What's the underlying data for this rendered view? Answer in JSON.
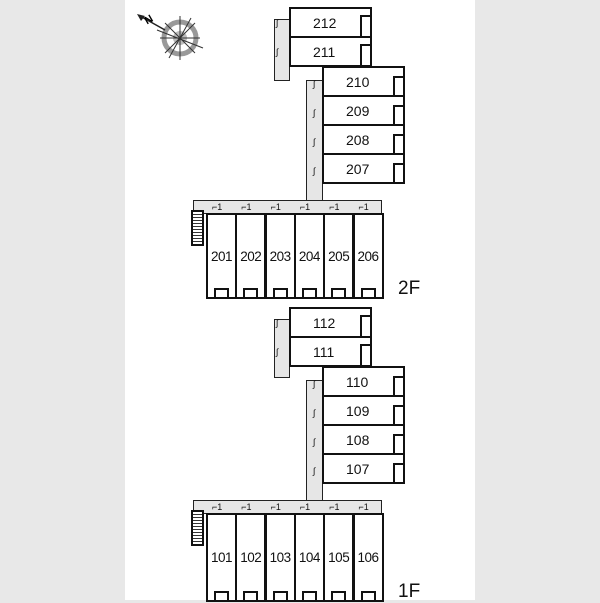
{
  "compass": {
    "label": "N",
    "icon": "compass-rose-icon"
  },
  "floors": [
    {
      "label": "2F",
      "wing_upper": [
        "212",
        "211"
      ],
      "wing_middle": [
        "210",
        "209",
        "208",
        "207"
      ],
      "row": [
        "201",
        "202",
        "203",
        "204",
        "205",
        "206"
      ]
    },
    {
      "label": "1F",
      "wing_upper": [
        "112",
        "111"
      ],
      "wing_middle": [
        "110",
        "109",
        "108",
        "107"
      ],
      "row": [
        "101",
        "102",
        "103",
        "104",
        "105",
        "106"
      ]
    }
  ]
}
